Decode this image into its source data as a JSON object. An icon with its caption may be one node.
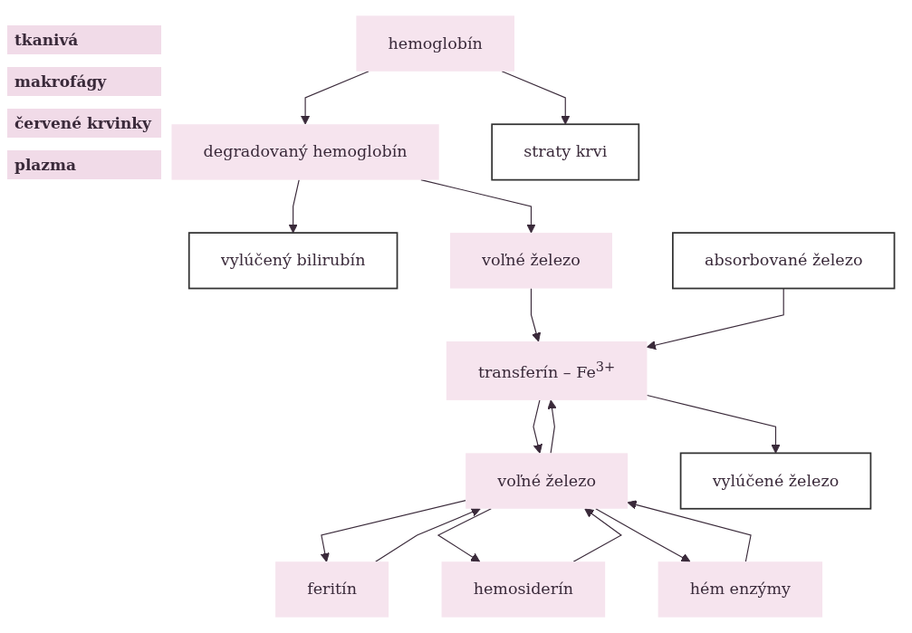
{
  "diagram": {
    "nodes": [
      {
        "text": [
          "vylúčený bilirubín"
        ]
      },
      {
        "text": [
          "degradovaný hemoglobín"
        ]
      },
      {
        "text": [
          "voľné železo"
        ]
      },
      {
        "text": [
          "hemoglobín"
        ]
      },
      {
        "text": [
          "straty krvi"
        ]
      },
      {
        "text": [
          "feritín"
        ]
      },
      {
        "text": [
          "hemosiderín"
        ]
      },
      {
        "text": [
          "voľné železo"
        ]
      },
      {
        "text": [
          "hém enzýmy"
        ]
      },
      {
        "text": [
          "transferín – Fe$^{3+}$"
        ]
      },
      {
        "text": [
          "absorbované železo"
        ]
      },
      {
        "text": [
          "vylúčené železo"
        ]
      }
    ],
    "edges": [
      {
        "from": 1,
        "to": 0,
        "arrow": "to"
      },
      {
        "from": 1,
        "to": 2,
        "arrow": "to"
      },
      {
        "from": 3,
        "to": 1,
        "arrow": "to"
      },
      {
        "from": 3,
        "to": 4,
        "arrow": "to"
      },
      {
        "from": 2,
        "to": 9,
        "arrow": "to"
      },
      {
        "from": 7,
        "to": 5,
        "arrow": "to"
      },
      {
        "from": 5,
        "to": 7,
        "arrow": "to"
      },
      {
        "from": 7,
        "to": 6,
        "arrow": "to"
      },
      {
        "from": 6,
        "to": 7,
        "arrow": "to"
      },
      {
        "from": 8,
        "to": 7,
        "arrow": "to"
      },
      {
        "from": 7,
        "to": 8,
        "arrow": "to"
      },
      {
        "from": 9,
        "to": 7,
        "arrow": "to"
      },
      {
        "from": 7,
        "to": 9,
        "arrow": "to"
      },
      {
        "from": 10,
        "to": 9,
        "arrow": "to"
      },
      {
        "from": 9,
        "to": 11,
        "arrow": "to"
      }
    ],
    "labels": [
      "tkanivá",
      "makrofágy",
      "červené krvinky",
      "plazma"
    ]
  }
}
